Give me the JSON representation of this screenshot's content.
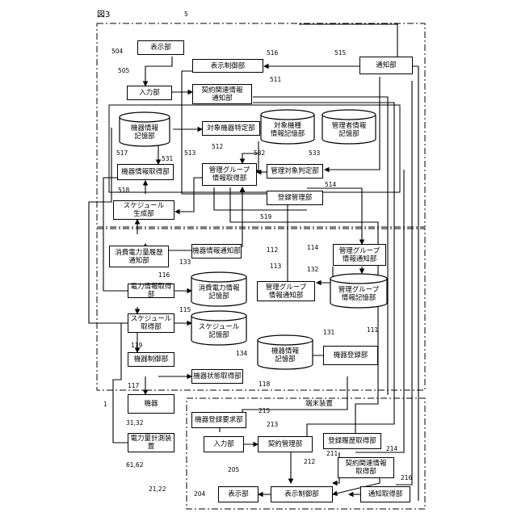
{
  "figure_label": "図3",
  "boxes": {
    "display": "表示部",
    "display_control": "表示制御部",
    "notify": "通知部",
    "input": "入力部",
    "contract_notify": "契約関連情報\n通知部",
    "target_device_identify": "対象機器特定部",
    "device_info_get": "機器情報取得部",
    "mgmt_group_get": "管理グループ\n情報取得部",
    "mgmt_target_judge": "管理対象判定部",
    "registration_mgmt": "登録管理部",
    "schedule_gen": "スケジュール\n生成部",
    "power_history_notify": "消費電力量履歴\n通知部",
    "device_info_notify": "機器情報通知部",
    "mgmt_group_notify_r": "管理グループ\n情報通知部",
    "mgmt_group_notify_c": "管理グループ\n情報通知部",
    "power_info_get": "電力情報取得部",
    "schedule_get": "スケジュール\n取得部",
    "device_control": "機器制御部",
    "device_state_get": "機器状態取得部",
    "device_register": "機器登録部",
    "device": "機器",
    "power_meter": "電力量計測装置",
    "term_register_req": "機器登録要求部",
    "term_input": "入力部",
    "term_contract_mgmt": "契約管理部",
    "term_reg_history": "登録履歴取得部",
    "term_contract_get": "契約関連情報\n取得部",
    "term_display": "表示部",
    "term_display_control": "表示制御部",
    "term_notify_get": "通知取得部"
  },
  "cylinders": {
    "device_info_store_top": "機器情報\n記憶部",
    "target_device_store": "対象機種\n情報記憶部",
    "admin_store": "管理者情報\n記憶部",
    "power_store": "消費電力情報\n記憶部",
    "schedule_store": "スケジュール\n記憶部",
    "mgmt_group_store": "管理グループ\n情報記憶部",
    "device_info_store_mid": "機器情報\n記憶部"
  },
  "terminal_title": "端末装置",
  "refs": {
    "r5": "5",
    "r504": "504",
    "r505": "505",
    "r516": "516",
    "r515": "515",
    "r511": "511",
    "r512": "512",
    "r532": "532",
    "r533": "533",
    "r531": "531",
    "r517": "517",
    "r513": "513",
    "r514": "514",
    "r518": "518",
    "r519": "519",
    "r114": "114",
    "r112": "112",
    "r132": "132",
    "r133": "133",
    "r113": "113",
    "r116": "116",
    "r115": "115",
    "r119": "119",
    "r131": "131",
    "r111": "111",
    "r134": "134",
    "r117": "117",
    "r118": "118",
    "r1": "1",
    "r3132": "31,32",
    "r6162": "61,62",
    "r215": "215",
    "r213": "213",
    "r211": "211",
    "r214": "214",
    "r205": "205",
    "r212": "212",
    "r216": "216",
    "r204": "204",
    "r2122": "21,22"
  }
}
